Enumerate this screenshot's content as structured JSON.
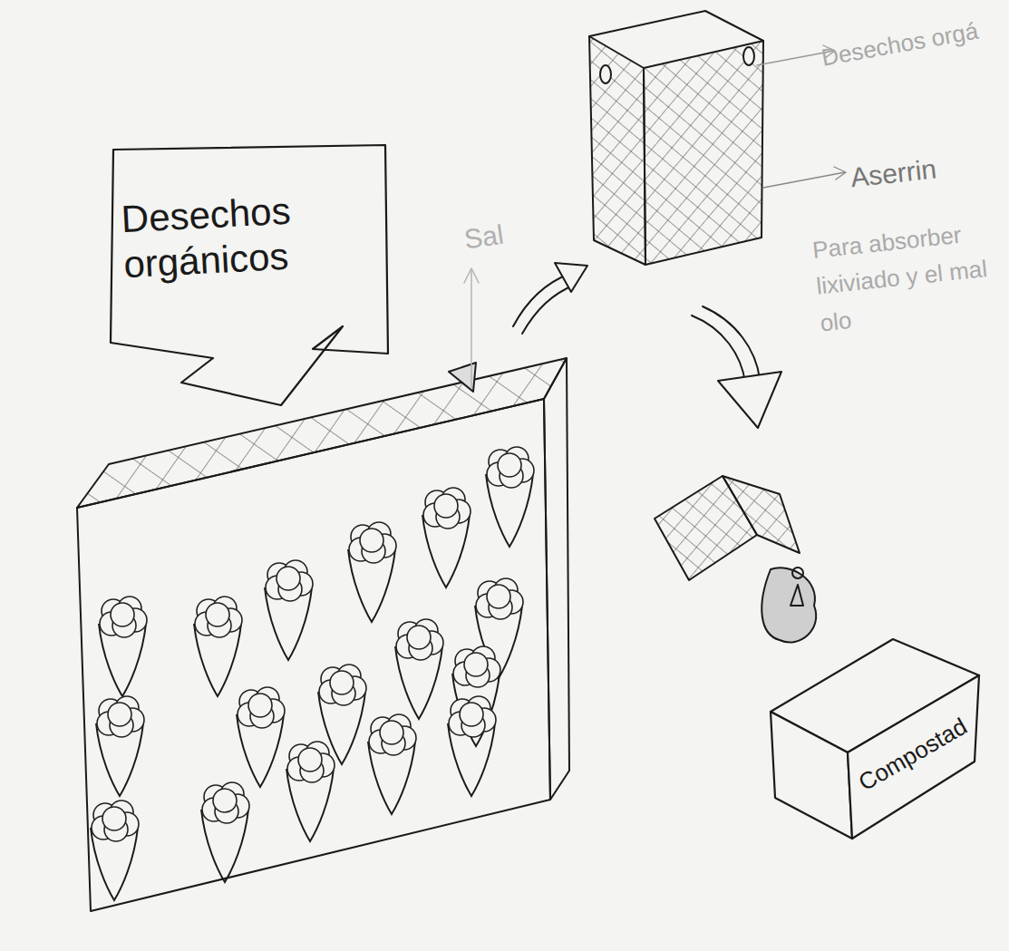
{
  "diagram": {
    "nodes": [
      {
        "text": [
          "Desechos orgánicos"
        ]
      },
      {
        "text": [
          "Compostad"
        ]
      }
    ],
    "labels": [
      "Sal",
      "Desechos orgá",
      "Aserrin",
      "Para absorber lixiviado y el mal olo"
    ]
  }
}
